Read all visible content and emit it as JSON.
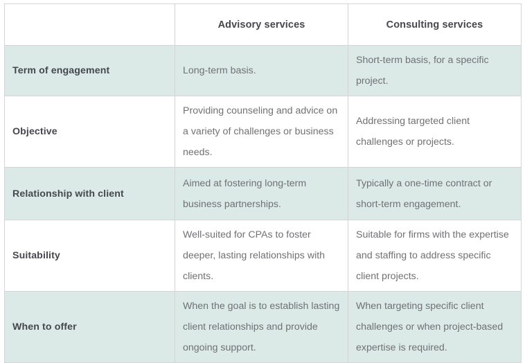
{
  "table": {
    "name": "advisory-vs-consulting-comparison",
    "colors": {
      "shaded_row_background": "#dbeae6",
      "plain_row_background": "#ffffff",
      "border": "#d2d4d5",
      "label_text": "#46474c",
      "body_text": "#6f7174"
    },
    "columns": [
      {
        "key": "label",
        "header": ""
      },
      {
        "key": "advisory",
        "header": "Advisory services"
      },
      {
        "key": "consulting",
        "header": "Consulting services"
      }
    ],
    "rows": [
      {
        "label": "Term of engagement",
        "advisory": "Long-term basis.",
        "consulting": "Short-term basis, for a specific project.",
        "shaded": true
      },
      {
        "label": "Objective",
        "advisory": "Providing counseling and advice on a variety of challenges or business needs.",
        "consulting": "Addressing targeted client challenges or projects.",
        "shaded": false
      },
      {
        "label": "Relationship with client",
        "advisory": "Aimed at fostering long-term business partnerships.",
        "consulting": "Typically a one-time contract or short-term engagement.",
        "shaded": true
      },
      {
        "label": "Suitability",
        "advisory": "Well-suited for CPAs to foster deeper, lasting relationships with clients.",
        "consulting": "Suitable for firms with the expertise and staffing to address specific client projects.",
        "shaded": false
      },
      {
        "label": "When to offer",
        "advisory": "When the goal is to establish lasting client relationships and provide ongoing support.",
        "consulting": "When targeting specific client challenges or when project-based expertise is required.",
        "shaded": true
      }
    ]
  }
}
